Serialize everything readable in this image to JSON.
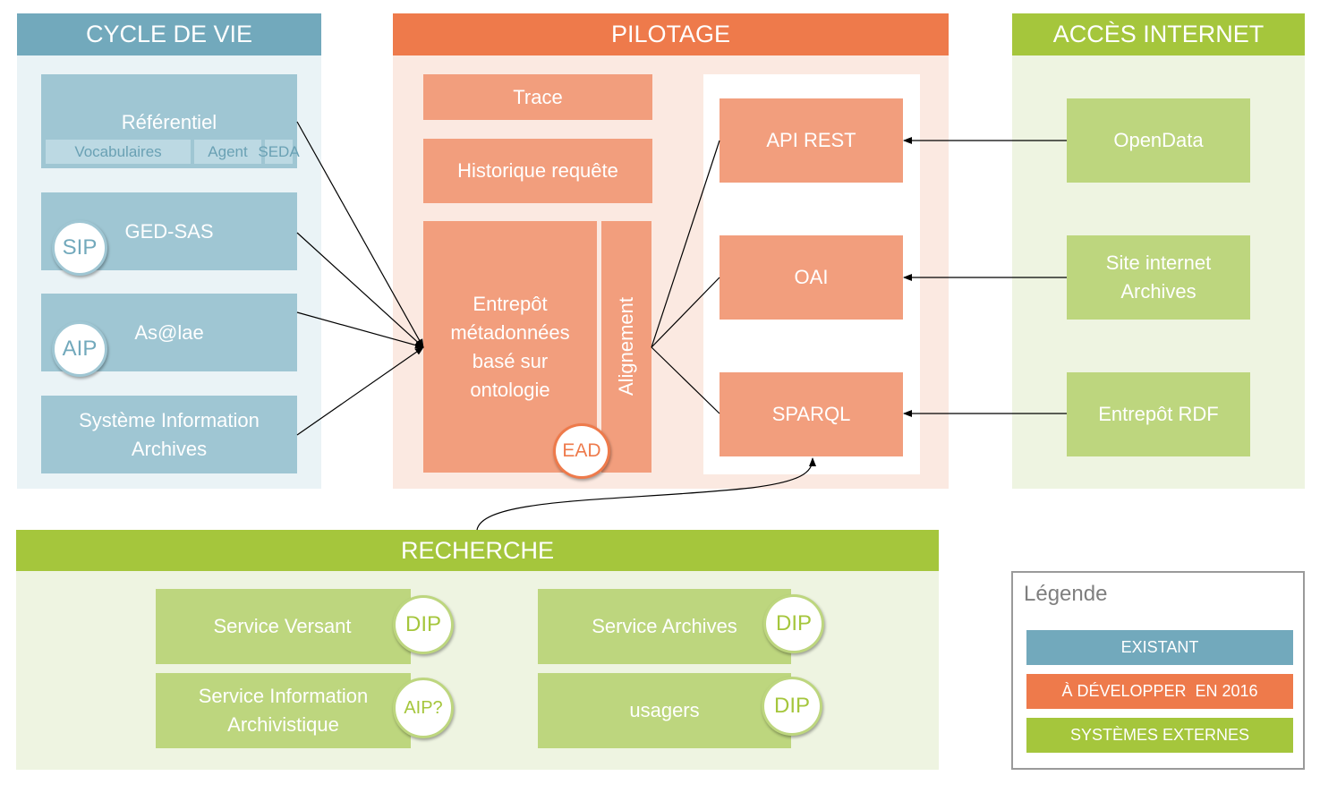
{
  "colors": {
    "existant": "#72a9bc",
    "a_developper": "#ee7a4b",
    "systemes_externes": "#a5c63c"
  },
  "cycle_de_vie": {
    "title": "CYCLE DE VIE",
    "referentiel": {
      "label": "Référentiel",
      "subs": [
        "Vocabulaires",
        "Agent",
        "SEDA"
      ]
    },
    "ged_sas": {
      "label": "GED-SAS",
      "badge": "SIP"
    },
    "aslae": {
      "label": "As@lae",
      "badge": "AIP"
    },
    "sia": {
      "line1": "Système Information",
      "line2": "Archives"
    }
  },
  "pilotage": {
    "title": "PILOTAGE",
    "trace": "Trace",
    "historique": "Historique requête",
    "entrepot": [
      "Entrepôt",
      "métadonnées",
      "basé sur",
      "ontologie"
    ],
    "alignement": "Alignement",
    "ead": "EAD",
    "api_rest": "API REST",
    "oai": "OAI",
    "sparql": "SPARQL"
  },
  "acces_internet": {
    "title": "ACCÈS INTERNET",
    "opendata": "OpenData",
    "site": {
      "line1": "Site internet",
      "line2": "Archives"
    },
    "entrepot_rdf": "Entrepôt RDF"
  },
  "recherche": {
    "title": "RECHERCHE",
    "service_versant": {
      "label": "Service Versant",
      "badge": "DIP"
    },
    "service_archives": {
      "label": "Service Archives",
      "badge": "DIP"
    },
    "service_info": {
      "line1": "Service Information",
      "line2": "Archivistique",
      "badge": "AIP?"
    },
    "usagers": {
      "label": "usagers",
      "badge": "DIP"
    }
  },
  "legende": {
    "title": "Légende",
    "existant": "EXISTANT",
    "a_developper": "À DÉVELOPPER  EN 2016",
    "systemes_externes": "SYSTÈMES EXTERNES"
  }
}
